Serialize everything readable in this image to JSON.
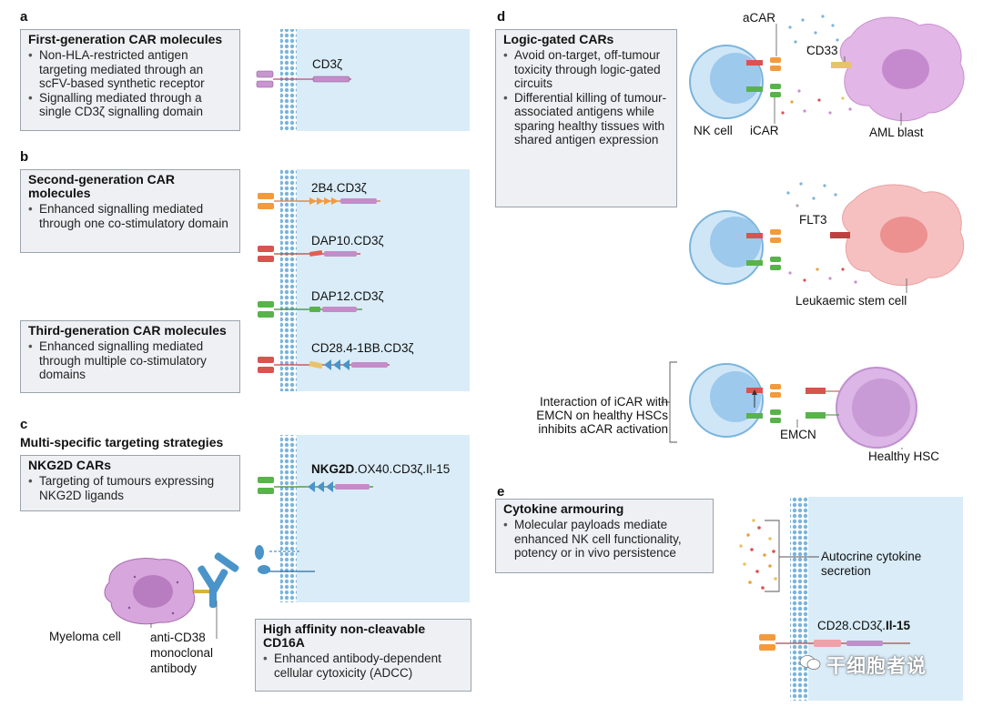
{
  "panels": {
    "a": {
      "letter": "a",
      "box_title": "First-generation CAR molecules",
      "bullets": [
        "Non-HLA-restricted antigen targeting mediated through an scFV-based synthetic receptor",
        "Signalling mediated through a single CD3ζ signalling domain"
      ],
      "construct_label": "CD3ζ"
    },
    "b": {
      "letter": "b",
      "second_title": "Second-generation CAR molecules",
      "second_bullets": [
        "Enhanced signalling mediated through one co-stimulatory domain"
      ],
      "third_title": "Third-generation CAR molecules",
      "third_bullets": [
        "Enhanced signalling mediated through multiple co-stimulatory domains"
      ],
      "constructs": [
        "2B4.CD3ζ",
        "DAP10.CD3ζ",
        "DAP12.CD3ζ",
        "CD28.4-1BB.CD3ζ"
      ]
    },
    "c": {
      "letter": "c",
      "heading": "Multi-specific targeting strategies",
      "box_title": "NKG2D CARs",
      "bullets": [
        "Targeting of tumours expressing NKG2D ligands"
      ],
      "construct_bold": "NKG2D",
      "construct_rest": ".OX40.CD3ζ.Il-15",
      "myeloma_label": "Myeloma cell",
      "antibody_label": "anti-CD38 monoclonal antibody",
      "cd16_title": "High affinity non-cleavable CD16A",
      "cd16_bullets": [
        "Enhanced antibody-dependent cellular cytoxicity (ADCC)"
      ]
    },
    "d": {
      "letter": "d",
      "box_title": "Logic-gated CARs",
      "bullets": [
        "Avoid on-target, off-tumour toxicity through logic-gated circuits",
        "Differential killing of tumour-associated antigens while sparing healthy tissues with shared antigen expression"
      ],
      "acar": "aCAR",
      "icar": "iCAR",
      "cd33": "CD33",
      "nk_cell": "NK cell",
      "aml_blast": "AML blast",
      "flt3": "FLT3",
      "lsc": "Leukaemic stem cell",
      "interaction_text": "Interaction of iCAR with EMCN on healthy HSCs inhibits aCAR activation",
      "emcn": "EMCN",
      "hsc": "Healthy HSC"
    },
    "e": {
      "letter": "e",
      "box_title": "Cytokine armouring",
      "bullets": [
        "Molecular payloads mediate enhanced NK cell functionality, potency or in vivo persistence"
      ],
      "secretion_label": "Autocrine cytokine secretion",
      "construct_plain": "CD28.CD3ζ.",
      "construct_bold": "Il-15"
    }
  },
  "watermark": "干细胞者说",
  "colors": {
    "membrane": "#7ab4dc",
    "cytoplasm": "#d9ecf8",
    "cd3z": "#c48cc8",
    "scfv_pink": "#c896cf",
    "scfv_orange": "#f39a3c",
    "scfv_red": "#d9534f",
    "scfv_green": "#59b24c",
    "domain_blue": "#4a94c9",
    "domain_yellow": "#e8c36a",
    "nk_cell": "#9cc9ec",
    "aml": "#d9a6de",
    "lsc": "#f2a6a6",
    "hsc": "#c99bd6",
    "myeloma": "#d7a6dc"
  }
}
